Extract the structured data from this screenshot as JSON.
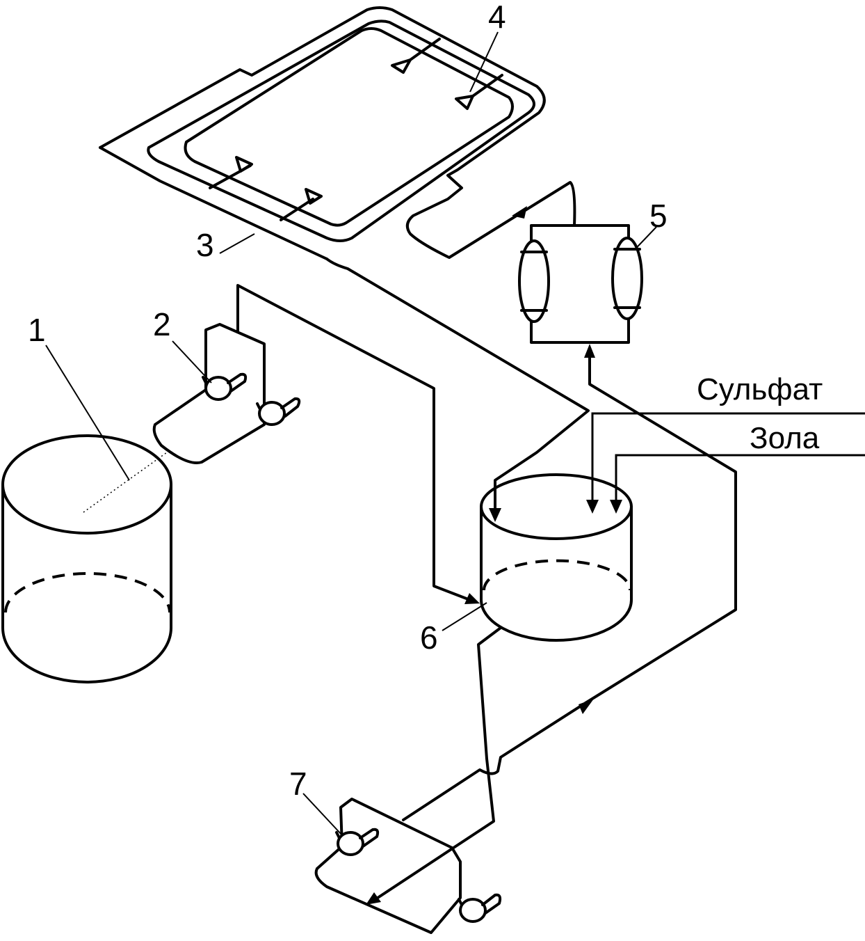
{
  "labels": {
    "n1": "1",
    "n2": "2",
    "n3": "3",
    "n4": "4",
    "n5": "5",
    "n6": "6",
    "n7": "7",
    "sulfate": "Сульфат",
    "ash": "Зола"
  }
}
